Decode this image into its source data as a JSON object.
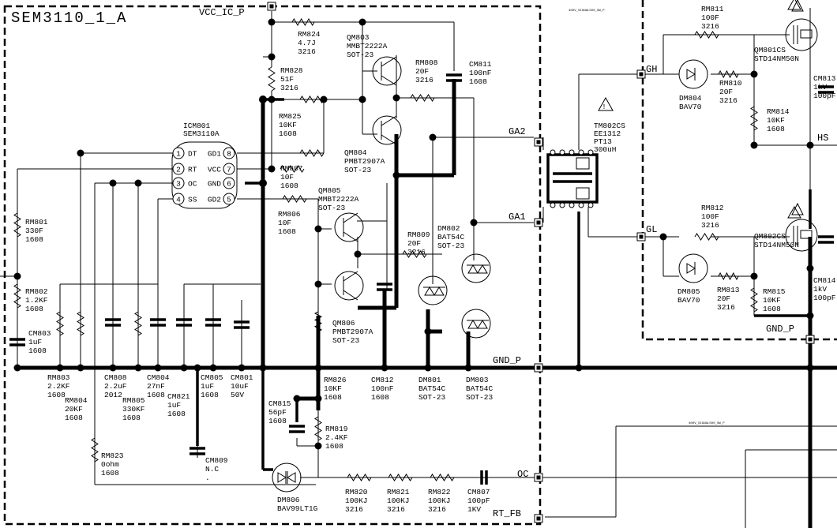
{
  "block_title": "SEM3110_1_A",
  "nets": {
    "vcc_ic_p": "VCC_IC_P",
    "ga2": "GA2",
    "ga1": "GA1",
    "gnd_p": "GND_P",
    "oc": "OC",
    "rt_fb": "RT_FB",
    "gh": "GH",
    "gl": "GL",
    "hs": "HS",
    "gnd_p_right": "GND_P"
  },
  "ic": {
    "ref": "ICM801",
    "part": "SEM3110A",
    "left_pins": [
      {
        "num": "1",
        "name": "DT"
      },
      {
        "num": "2",
        "name": "RT"
      },
      {
        "num": "3",
        "name": "OC"
      },
      {
        "num": "4",
        "name": "SS"
      }
    ],
    "right_pins": [
      {
        "num": "8",
        "name": "GD1"
      },
      {
        "num": "7",
        "name": "VCC"
      },
      {
        "num": "6",
        "name": "GND"
      },
      {
        "num": "5",
        "name": "GD2"
      }
    ]
  },
  "transformer": {
    "ref": "TM802CS",
    "part": "EE1312",
    "type": "PT13",
    "value": "300uH"
  },
  "tiny_labels": [
    "400V_SIGNAL500_SW_P",
    "400V_SIGNAL500_SW_P"
  ],
  "components": [
    {
      "lines": [
        "RM824",
        "4.7J",
        "3216"
      ]
    },
    {
      "lines": [
        "QM803",
        "MMBT2222A",
        "SOT-23"
      ]
    },
    {
      "lines": [
        "RM808",
        "20F",
        "3216"
      ]
    },
    {
      "lines": [
        "CM811",
        "100nF",
        "1608"
      ]
    },
    {
      "lines": [
        "RM828",
        "51F",
        "3216"
      ]
    },
    {
      "lines": [
        "RM825",
        "10KF",
        "1608"
      ]
    },
    {
      "lines": [
        "QM804",
        "PMBT2907A",
        "SOT-23"
      ]
    },
    {
      "lines": [
        "RM807",
        "10F",
        "1608"
      ]
    },
    {
      "lines": [
        "QM805",
        "MMBT2222A",
        "SOT-23"
      ]
    },
    {
      "lines": [
        "RM806",
        "10F",
        "1608"
      ]
    },
    {
      "lines": [
        "RM809",
        "20F",
        "3216"
      ]
    },
    {
      "lines": [
        "DM802",
        "BAT54C",
        "SOT-23"
      ]
    },
    {
      "lines": [
        "RM801",
        "330F",
        "1608"
      ]
    },
    {
      "lines": [
        "RM802",
        "1.2KF",
        "1608"
      ]
    },
    {
      "lines": [
        "CM803",
        "1uF",
        "1608"
      ]
    },
    {
      "lines": [
        "QM806",
        "PMBT2907A",
        "SOT-23"
      ]
    },
    {
      "lines": [
        "RM803",
        "2.2KF",
        "1608"
      ]
    },
    {
      "lines": [
        "CM808",
        "2.2uF",
        "2012"
      ]
    },
    {
      "lines": [
        "CM804",
        "27nF",
        "1608"
      ]
    },
    {
      "lines": [
        "CM805",
        "1uF",
        "1608"
      ]
    },
    {
      "lines": [
        "CM801",
        "10uF",
        "50V"
      ]
    },
    {
      "lines": [
        "RM826",
        "10KF",
        "1608"
      ]
    },
    {
      "lines": [
        "CM812",
        "100nF",
        "1608"
      ]
    },
    {
      "lines": [
        "DM801",
        "BAT54C",
        "SOT-23"
      ]
    },
    {
      "lines": [
        "DM803",
        "BAT54C",
        "SOT-23"
      ]
    },
    {
      "lines": [
        "RM804",
        "20KF",
        "1608"
      ]
    },
    {
      "lines": [
        "RM805",
        "330KF",
        "1608"
      ]
    },
    {
      "lines": [
        "CM821",
        "1uF",
        "1608"
      ]
    },
    {
      "lines": [
        "CM815",
        "56pF",
        "1608"
      ]
    },
    {
      "lines": [
        "RM819",
        "2.4KF",
        "1608"
      ]
    },
    {
      "lines": [
        "RM823",
        "0ohm",
        "1608"
      ]
    },
    {
      "lines": [
        "CM809",
        "N.C",
        "."
      ]
    },
    {
      "lines": [
        "DM806",
        "BAV99LT1G"
      ]
    },
    {
      "lines": [
        "RM820",
        "100KJ",
        "3216"
      ]
    },
    {
      "lines": [
        "RM821",
        "100KJ",
        "3216"
      ]
    },
    {
      "lines": [
        "RM822",
        "100KJ",
        "3216"
      ]
    },
    {
      "lines": [
        "CM807",
        "100pF",
        "1KV"
      ]
    },
    {
      "lines": [
        "RM811",
        "100F",
        "3216"
      ]
    },
    {
      "lines": [
        "QM801CS",
        "STD14NM50N"
      ]
    },
    {
      "lines": [
        "DM804",
        "BAV70"
      ]
    },
    {
      "lines": [
        "RM810",
        "20F",
        "3216"
      ]
    },
    {
      "lines": [
        "RM814",
        "10KF",
        "1608"
      ]
    },
    {
      "lines": [
        "CM813",
        "1kV",
        "100pF"
      ]
    },
    {
      "lines": [
        "RM812",
        "100F",
        "3216"
      ]
    },
    {
      "lines": [
        "QM802CS",
        "STD14NM50N"
      ]
    },
    {
      "lines": [
        "DM805",
        "BAV70"
      ]
    },
    {
      "lines": [
        "RM813",
        "20F",
        "3216"
      ]
    },
    {
      "lines": [
        "RM815",
        "10KF",
        "1608"
      ]
    },
    {
      "lines": [
        "CM814",
        "1kV",
        "100pF"
      ]
    }
  ]
}
